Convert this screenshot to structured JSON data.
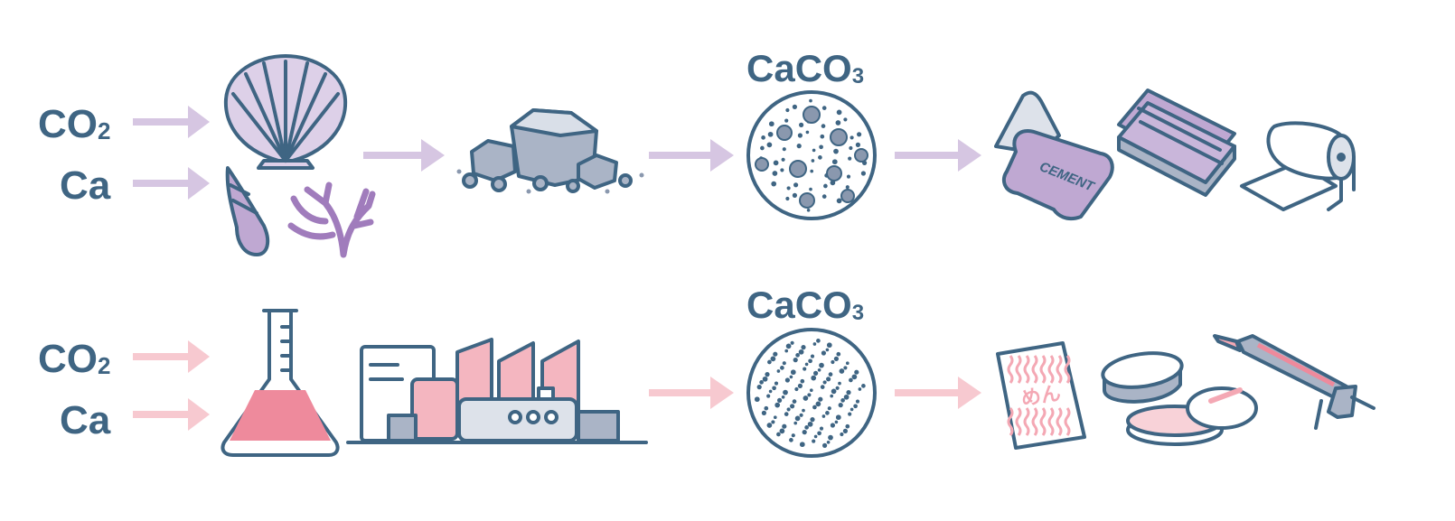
{
  "colors": {
    "outline": "#3f6583",
    "lavender": "#bfa8d2",
    "lavender_arrow": "#d6c6e2",
    "pink": "#ee8a9c",
    "pink_arrow": "#f7c9d0",
    "gray": "#aab4c6"
  },
  "natural_row": {
    "inputs": [
      {
        "main": "CO",
        "sub": "2"
      },
      {
        "main": "Ca",
        "sub": ""
      }
    ],
    "product": {
      "main": "CaCO",
      "sub": "3"
    },
    "cement_bag_label": "CEMENT"
  },
  "synthetic_row": {
    "inputs": [
      {
        "main": "CO",
        "sub": "2"
      },
      {
        "main": "Ca",
        "sub": ""
      }
    ],
    "product": {
      "main": "CaCO",
      "sub": "3"
    },
    "noodle_pack_label": "めん"
  }
}
